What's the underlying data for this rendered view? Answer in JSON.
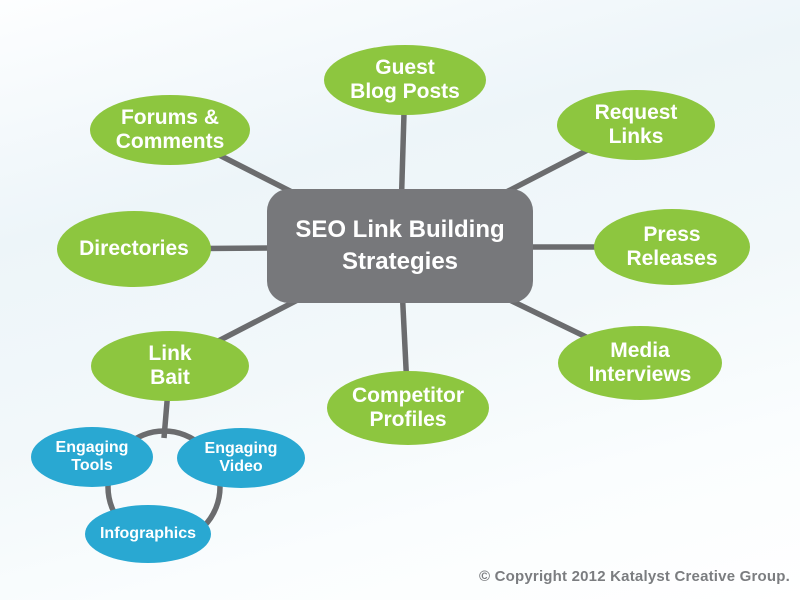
{
  "center": {
    "lines": [
      "SEO Link Building",
      "Strategies"
    ]
  },
  "green_nodes": [
    {
      "id": "guest-blog-posts",
      "lines": [
        "Guest",
        "Blog Posts"
      ]
    },
    {
      "id": "forums-comments",
      "lines": [
        "Forums &",
        "Comments"
      ]
    },
    {
      "id": "request-links",
      "lines": [
        "Request",
        "Links"
      ]
    },
    {
      "id": "directories",
      "lines": [
        "Directories"
      ]
    },
    {
      "id": "press-releases",
      "lines": [
        "Press",
        "Releases"
      ]
    },
    {
      "id": "link-bait",
      "lines": [
        "Link",
        "Bait"
      ]
    },
    {
      "id": "competitor-profiles",
      "lines": [
        "Competitor",
        "Profiles"
      ]
    },
    {
      "id": "media-interviews",
      "lines": [
        "Media",
        "Interviews"
      ]
    }
  ],
  "blue_nodes": [
    {
      "id": "engaging-tools",
      "lines": [
        "Engaging",
        "Tools"
      ]
    },
    {
      "id": "engaging-video",
      "lines": [
        "Engaging",
        "Video"
      ]
    },
    {
      "id": "infographics",
      "lines": [
        "Infographics"
      ]
    }
  ],
  "footer": {
    "copyright": "© Copyright 2012 Katalyst Creative Group."
  },
  "colors": {
    "node_green": "#8dc63f",
    "node_blue": "#29a8d2",
    "center_gray": "#77787b",
    "connector_gray": "#6b6c6e",
    "node_text": "#ffffff",
    "copyright_text": "#7b7d80"
  }
}
